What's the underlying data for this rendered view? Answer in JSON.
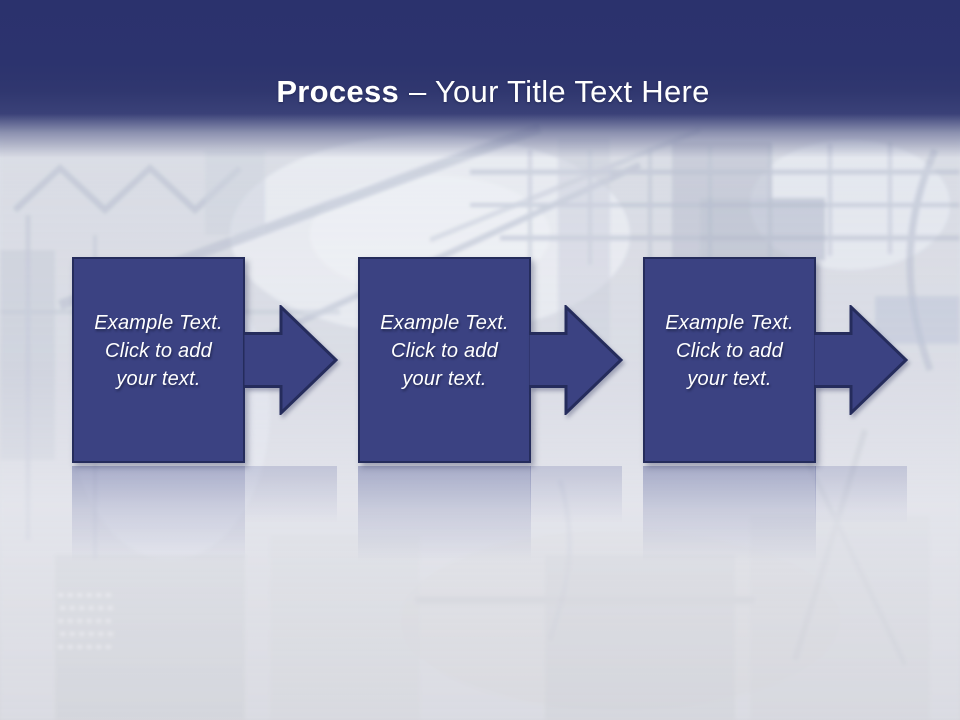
{
  "title": {
    "emphasis": "Process",
    "rest": "– Your Title Text Here"
  },
  "steps": [
    {
      "lines": [
        "Example Text.",
        "Click to add",
        "your text."
      ]
    },
    {
      "lines": [
        "Example Text.",
        "Click to add",
        "your text."
      ]
    },
    {
      "lines": [
        "Example Text.",
        "Click to add",
        "your text."
      ]
    }
  ],
  "colors": {
    "header_band": "#2B326D",
    "shape_fill": "#3B4282",
    "shape_border": "#252C5C",
    "title_text": "#FFFFFF",
    "step_text": "#FFFFFF",
    "background_wash": "#D8DBE4"
  }
}
